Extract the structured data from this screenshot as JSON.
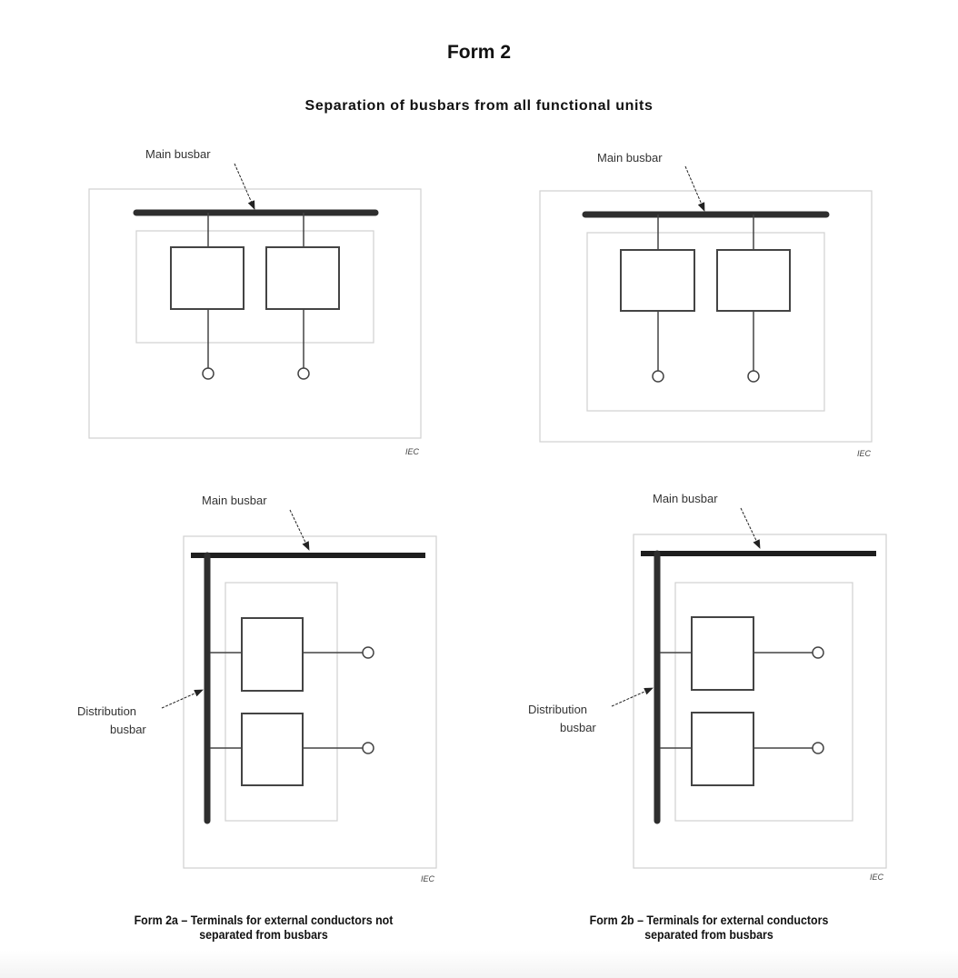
{
  "header": {
    "title": "Form 2",
    "subtitle": "Separation of busbars from all functional units"
  },
  "panels": [
    {
      "id": "form2a-horizontal",
      "main_busbar_label": "Main busbar",
      "watermark": "IEC"
    },
    {
      "id": "form2b-horizontal",
      "main_busbar_label": "Main busbar",
      "watermark": "IEC"
    },
    {
      "id": "form2a-vertical",
      "main_busbar_label": "Main busbar",
      "distribution_label_line1": "Distribution",
      "distribution_label_line2": "busbar",
      "watermark": "IEC"
    },
    {
      "id": "form2b-vertical",
      "main_busbar_label": "Main busbar",
      "distribution_label_line1": "Distribution",
      "distribution_label_line2": "busbar",
      "watermark": "IEC"
    }
  ],
  "captions": {
    "form2a_line1": "Form 2a – Terminals for external conductors not",
    "form2a_line2": "separated from busbars",
    "form2b_line1": "Form 2b – Terminals for external conductors",
    "form2b_line2": "separated from busbars"
  },
  "colors": {
    "busbar": "#2e2e2e",
    "wire": "#444444",
    "enclosure": "#d0d0d0",
    "text": "#1a1a1a"
  }
}
